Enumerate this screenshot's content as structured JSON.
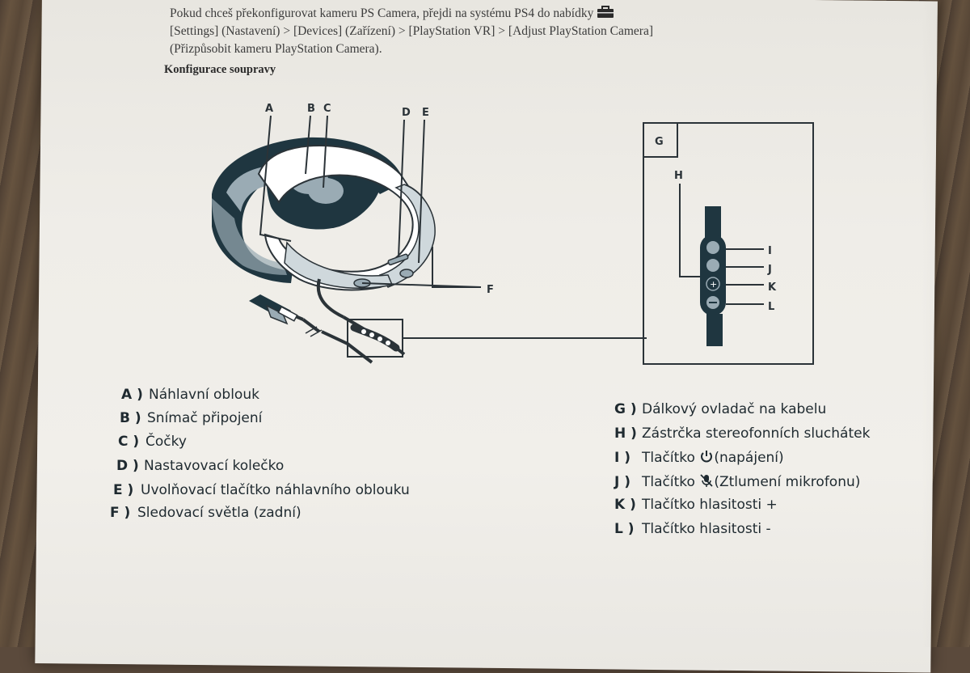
{
  "intro": {
    "line1": "Pokud chceš překonfigurovat kameru PS Camera, přejdi na systému PS4 do nabídky",
    "line2": "[Settings] (Nastavení) > [Devices] (Zařízení) > [PlayStation VR] > [Adjust PlayStation Camera]",
    "line3": "(Přizpůsobit kameru PlayStation Camera).",
    "toolbox_icon": "toolbox-icon"
  },
  "section_heading": "Konfigurace soupravy",
  "diagram": {
    "callouts": {
      "A": "A",
      "B": "B",
      "C": "C",
      "D": "D",
      "E": "E",
      "F": "F",
      "G": "G",
      "H": "H",
      "I": "I",
      "J": "J",
      "K": "K",
      "L": "L"
    },
    "colors": {
      "dark": "#1f3640",
      "mid": "#9aabb4",
      "light": "#ffffff",
      "line": "#2b3338"
    }
  },
  "legend_left": [
    {
      "key": "A )",
      "text": "Náhlavní oblouk"
    },
    {
      "key": "B )",
      "text": "Snímač připojení"
    },
    {
      "key": "C )",
      "text": "Čočky"
    },
    {
      "key": "D )",
      "text": "Nastavovací kolečko"
    },
    {
      "key": "E )",
      "text": "Uvolňovací tlačítko náhlavního oblouku"
    },
    {
      "key": "F )",
      "text": "Sledovací světla (zadní)"
    }
  ],
  "legend_right": [
    {
      "key": "G )",
      "text": "Dálkový ovladač na kabelu"
    },
    {
      "key": "H )",
      "text": "Zástrčka stereofonních sluchátek"
    },
    {
      "key": "I )",
      "text_before": "Tlačítko",
      "icon": "power-icon",
      "text_after": "(napájení)"
    },
    {
      "key": "J )",
      "text_before": "Tlačítko",
      "icon": "mic-mute-icon",
      "text_after": "(Ztlumení mikrofonu)"
    },
    {
      "key": "K )",
      "text": "Tlačítko hlasitosti +"
    },
    {
      "key": "L )",
      "text": "Tlačítko hlasitosti -"
    }
  ]
}
